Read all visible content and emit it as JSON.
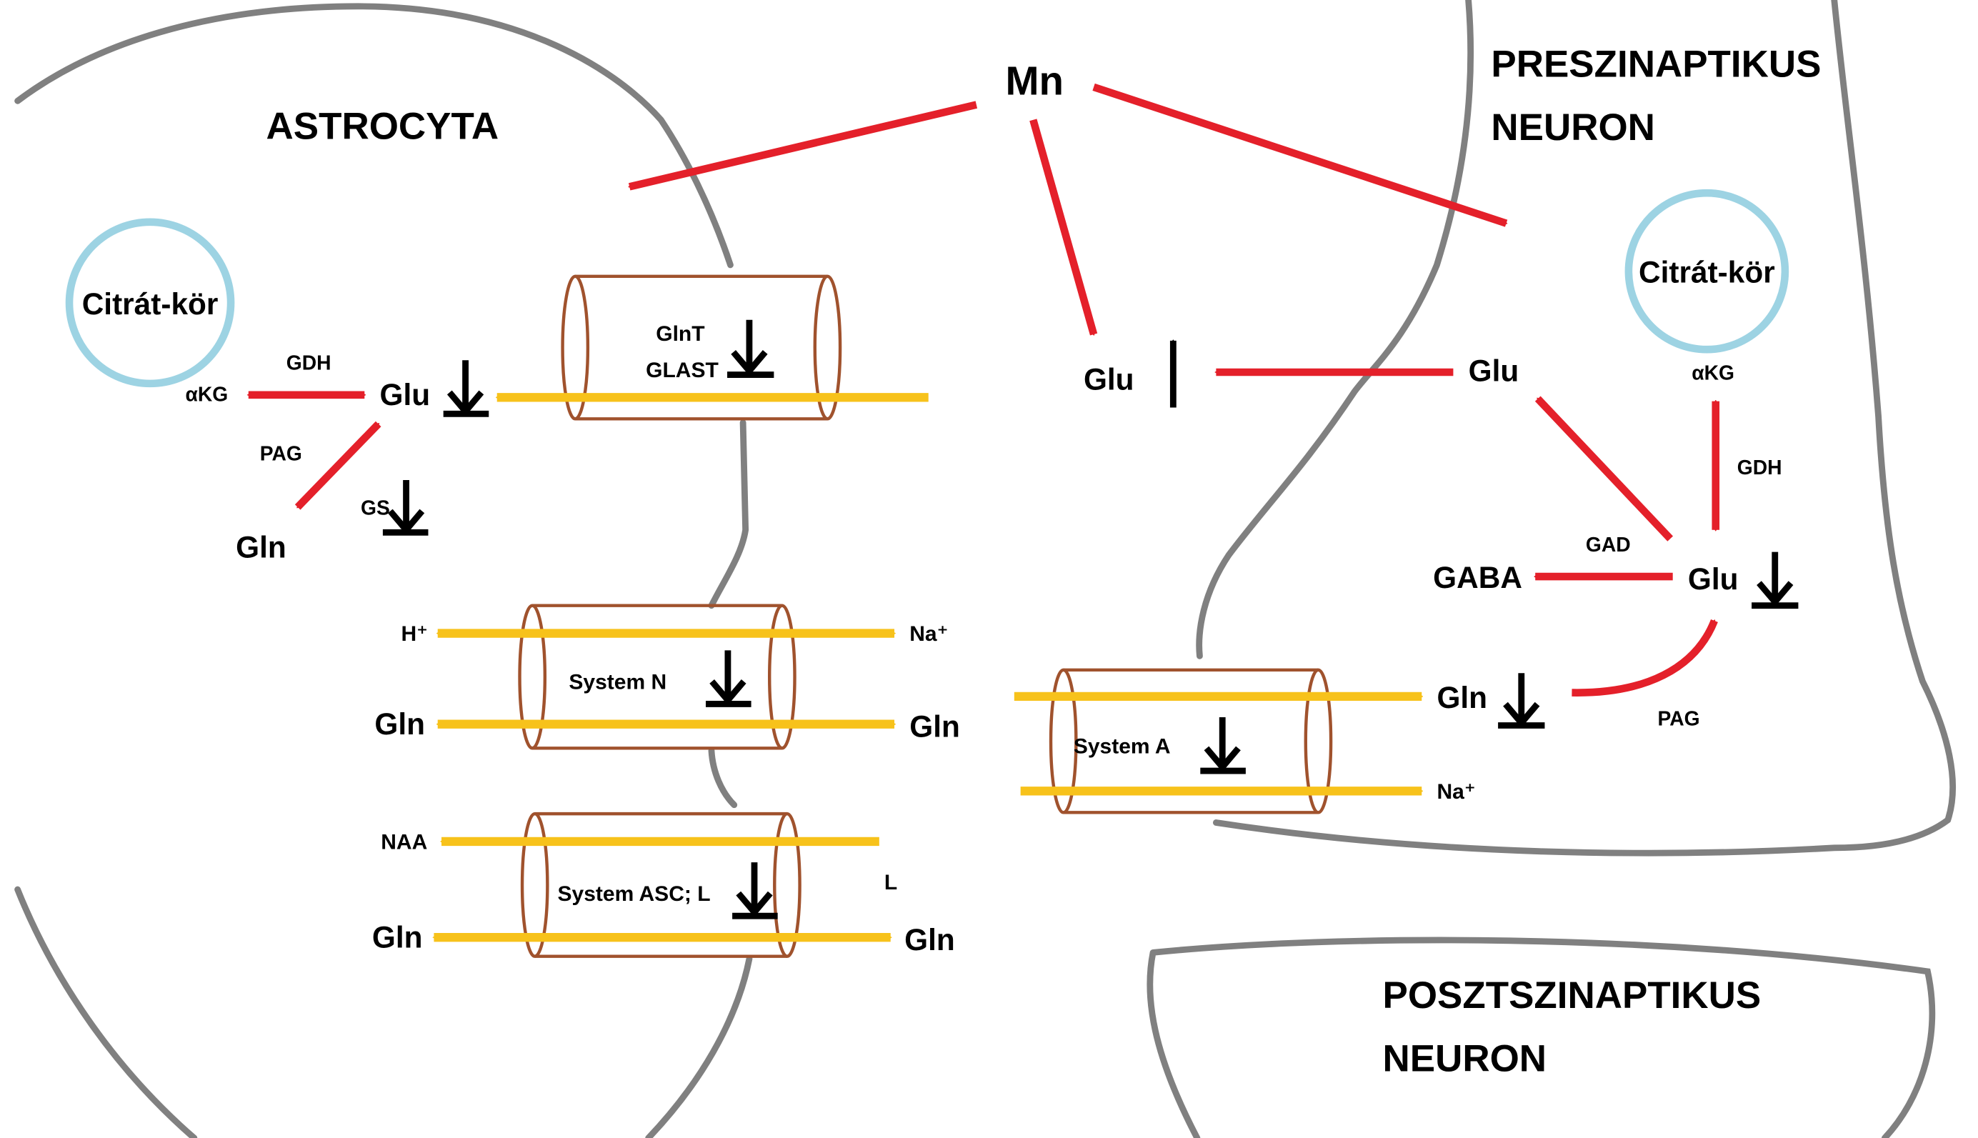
{
  "cells": {
    "astrocyte": "ASTROCYTA",
    "presynaptic_line1": "PRESZINAPTIKUS",
    "presynaptic_line2": "NEURON",
    "postsynaptic_line1": "POSZTSZINAPTIKUS",
    "postsynaptic_line2": "NEURON"
  },
  "mn": "Mn",
  "astro": {
    "cycle": "Citrát-kör",
    "akg": "αKG",
    "gdh": "GDH",
    "glu": "Glu",
    "pag": "PAG",
    "gln": "Gln",
    "gs": "GS"
  },
  "transporters": {
    "glnt_line1": "GlnT",
    "glnt_line2": "GLAST",
    "system_n": "System N",
    "system_asc": "System ASC; L",
    "system_a": "System A"
  },
  "flows": {
    "h_plus": "H⁺",
    "na_plus_n": "Na⁺",
    "gln_left_n": "Gln",
    "gln_right_n": "Gln",
    "naa": "NAA",
    "l_label": "L",
    "gln_left_asc": "Gln",
    "gln_right_asc": "Gln",
    "gln_a": "Gln",
    "na_plus_a": "Na⁺"
  },
  "cleft": {
    "glu": "Glu"
  },
  "neuron": {
    "cycle": "Citrát-kör",
    "akg": "αKG",
    "gdh": "GDH",
    "glu_top": "Glu",
    "gad": "GAD",
    "gaba": "GABA",
    "glu": "Glu",
    "pag": "PAG"
  },
  "colors": {
    "regulation": "#e4202a",
    "transport": "#f7c21b",
    "membrane": "#808080",
    "transporter": "#a0522d",
    "citrate_cycle": "#9dd3e3"
  }
}
